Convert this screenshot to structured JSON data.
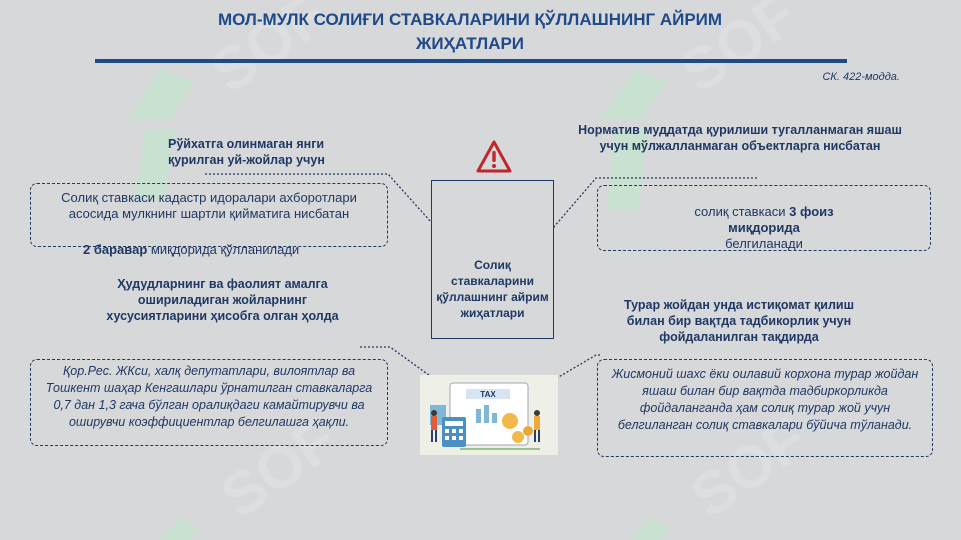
{
  "title_line1": "МОЛ-МУЛК СОЛИҒИ СТАВКАЛАРИНИ ҚЎЛЛАШНИНГ АЙРИМ",
  "title_line2": "ЖИҲАТЛАРИ",
  "reference": "СК. 422-модда.",
  "watermark_text": "SOF",
  "center_label": "Солиқ ставкаларини қўллашнинг айрим жиҳатлари",
  "top_left": {
    "heading": "Рўйхатга олинмаган янги қурилган уй-жойлар учун",
    "body": "Солиқ ставкаси кадастр идоралари ахборотлари асосида мулкнинг шартли қийматига нисбатан",
    "body_bold": "2 баравар",
    "body_tail": " миқдорида қўлланилади"
  },
  "top_right": {
    "heading": "Норматив муддатда қурилиши тугалланмаган яшаш учун мўлжалланмаган объектларга нисбатан",
    "body_pre": "солиқ ставкаси ",
    "body_bold": "3 фоиз миқдорида",
    "body_tail": "белгиланади"
  },
  "bottom_left": {
    "heading": "Ҳудудларнинг ва фаолият амалга ошириладиган жойларнинг хусусиятларини ҳисобга олган ҳолда",
    "body": "Қор.Рес. ЖКси, халқ депутатлари, вилоятлар ва Тошкент шаҳар Кенгашлари ўрнатилган ставкаларга 0,7 дан 1,3 гача бўлган оралиқдаги камайтирувчи ва оширувчи коэффициентлар белгилашга ҳақли."
  },
  "bottom_right": {
    "heading": "Турар жойдан унда истиқомат қилиш билан бир вақтда тадбикорлик учун фойдаланилган тақдирда",
    "body": "Жисмоний шахс ёки оилавий корхона турар жойдан яшаш билан бир вақтда тадбиркорликда фойдаланганда ҳам солиқ турар жой учун белгиланган солиқ ставкалари бўйича тўланади."
  },
  "illustration_label": "TAX",
  "colors": {
    "title": "#1f4a8a",
    "text": "#1f3864",
    "background": "#d7d8da",
    "warning": "#c0262c",
    "watermark_green": "#b7e8c3"
  }
}
